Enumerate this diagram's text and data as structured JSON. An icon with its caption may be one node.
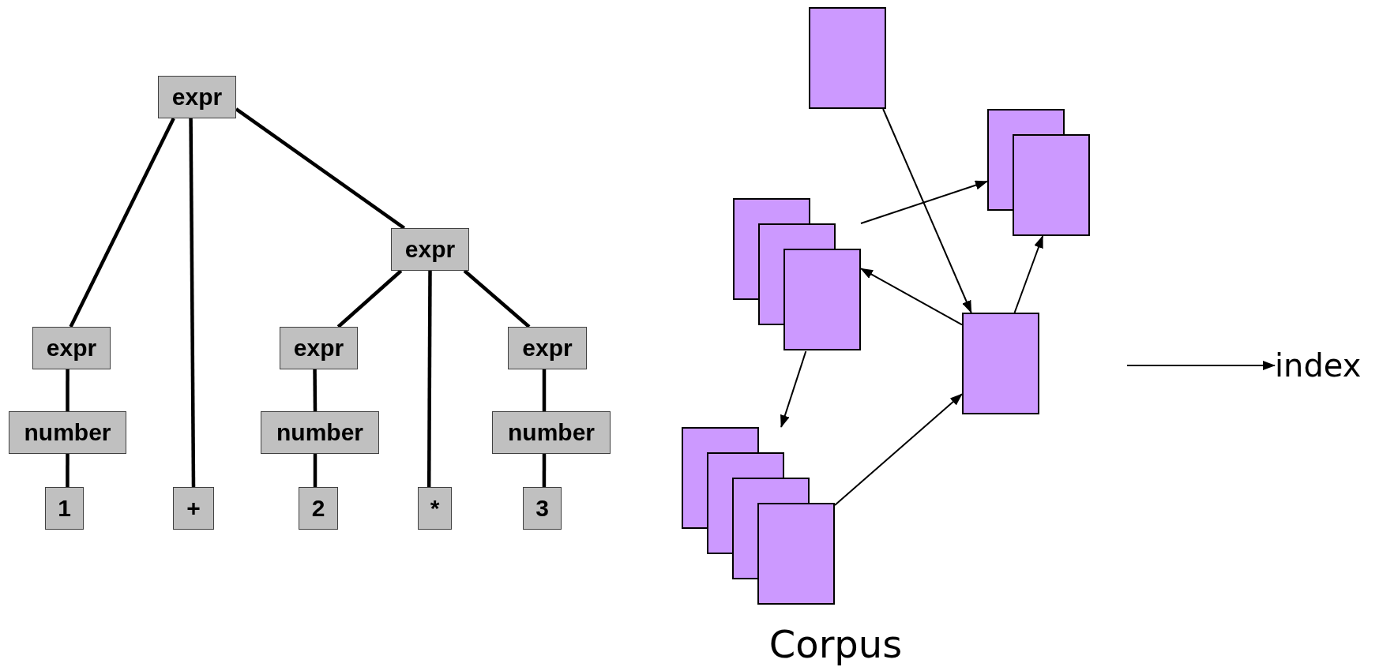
{
  "diagram": {
    "nodes": [
      {
        "text": [
          "expr"
        ]
      },
      {
        "text": [
          "expr"
        ]
      },
      {
        "text": [
          "number"
        ]
      },
      {
        "text": [
          "1"
        ]
      },
      {
        "text": [
          "+"
        ]
      },
      {
        "text": [
          "expr"
        ]
      },
      {
        "text": [
          "expr"
        ]
      },
      {
        "text": [
          "number"
        ]
      },
      {
        "text": [
          "2"
        ]
      },
      {
        "text": [
          "*"
        ]
      },
      {
        "text": [
          "expr"
        ]
      },
      {
        "text": [
          "number"
        ]
      },
      {
        "text": [
          "3"
        ]
      },
      {
        "text": [],
        "shape": "box"
      },
      {
        "text": [],
        "shape": "box"
      },
      {
        "text": [],
        "shape": "box"
      },
      {
        "text": [],
        "shape": "box"
      },
      {
        "text": [],
        "shape": "box",
        "beside": [
          "Corpus"
        ]
      },
      {
        "text": [
          "index"
        ]
      }
    ],
    "edges": [
      {
        "from": 0,
        "to": 1,
        "arrow": "none"
      },
      {
        "from": 0,
        "to": 4,
        "arrow": "none"
      },
      {
        "from": 0,
        "to": 5,
        "arrow": "none"
      },
      {
        "from": 1,
        "to": 2,
        "arrow": "none"
      },
      {
        "from": 2,
        "to": 3,
        "arrow": "none"
      },
      {
        "from": 5,
        "to": 6,
        "arrow": "none"
      },
      {
        "from": 5,
        "to": 9,
        "arrow": "none"
      },
      {
        "from": 5,
        "to": 10,
        "arrow": "none"
      },
      {
        "from": 6,
        "to": 7,
        "arrow": "none"
      },
      {
        "from": 7,
        "to": 8,
        "arrow": "none"
      },
      {
        "from": 10,
        "to": 11,
        "arrow": "none"
      },
      {
        "from": 11,
        "to": 12,
        "arrow": "none"
      },
      {
        "from": 13,
        "to": 16,
        "arrow": "to"
      },
      {
        "from": 15,
        "to": 14,
        "arrow": "to"
      },
      {
        "from": 16,
        "to": 15,
        "arrow": "to"
      },
      {
        "from": 16,
        "to": 14,
        "arrow": "to"
      },
      {
        "from": 15,
        "to": 17,
        "arrow": "to"
      },
      {
        "from": 17,
        "to": 16,
        "arrow": "to"
      },
      {
        "from": null,
        "to": 18,
        "arrow": "to"
      }
    ]
  }
}
